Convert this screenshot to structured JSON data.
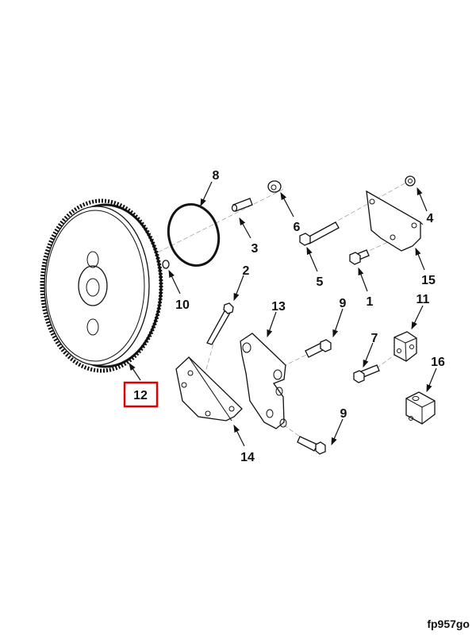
{
  "figure_id": "fp957go",
  "highlighted_callout": "12",
  "highlight_color": "#e00000",
  "callouts": {
    "c1": "1",
    "c2": "2",
    "c3": "3",
    "c4": "4",
    "c5": "5",
    "c6": "6",
    "c7": "7",
    "c8": "8",
    "c9a": "9",
    "c9b": "9",
    "c10": "10",
    "c11": "11",
    "c12": "12",
    "c13": "13",
    "c14": "14",
    "c15": "15",
    "c16": "16"
  }
}
